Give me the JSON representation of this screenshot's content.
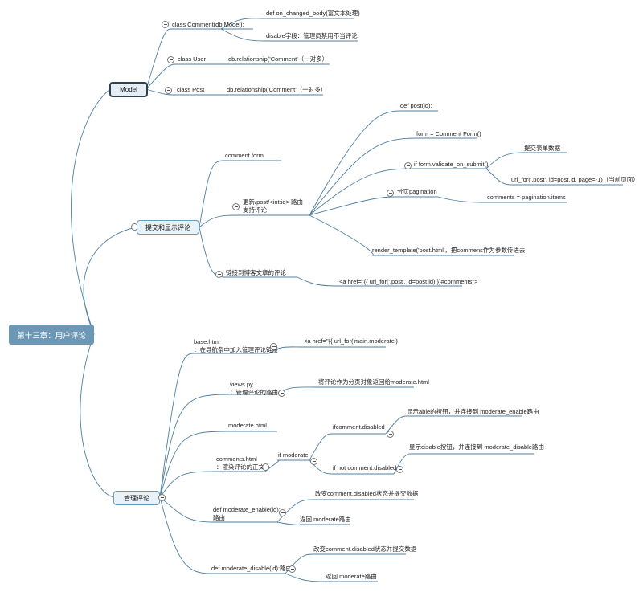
{
  "root": "第十三章：用户评论",
  "model": {
    "label": "Model",
    "comment_class": "class Comment(db.Model):",
    "comment_on_changed": "def on_changed_body(富文本处理)",
    "comment_disable": "disable字段：管理员禁用不当评论",
    "user_class": "class User",
    "user_rel": "db.relationship('Comment'（一对多）",
    "post_class": "class Post",
    "post_rel": "db.relationship('Comment'（一对多）"
  },
  "submit": {
    "label": "提交和显示评论",
    "comment_form": "comment form",
    "route_line1": "更新/post/<int:id> 路由",
    "route_line2": "支持评论",
    "def_post": "def post(id):",
    "form_create": "form = Comment Form()",
    "validate": "if form.validate_on_submit():",
    "submit_data": "提交表单数据",
    "url_for_redirect": "url_for('.post', id=post.id, page=-1)（当前页面）",
    "pagination": "分页pagination",
    "pagination_items": "comments = pagination.items",
    "render": "render_template('post.html'，把commens作为参数传进去",
    "link_to": "链接到博客文章的评论",
    "link_href": "<a href=\"{{ url_for('.post', id=post.id) }}#comments\">"
  },
  "manage": {
    "label": "管理评论",
    "base_line1": "base.html",
    "base_line2": "：在导航条中加入管理评论链接",
    "base_href": "<a href=\"{{ url_for('main.moderate')",
    "views_line1": "views.py",
    "views_line2": "：管理评论的路由",
    "views_detail": "将评论作为分页对象返回给moderate.html",
    "moderate_html": "moderate.html",
    "comments_line1": "comments.html",
    "comments_line2": "：渲染评论的正文",
    "if_moderate": "if moderate",
    "if_disabled": "ifcomment.disabled",
    "show_enable": "显示able的按钮，并连接到 moderate_enable路由",
    "if_not_disabled": "if not comment.disabled",
    "show_disable": "显示disable按钮，并连接到 moderate_disable路由",
    "enable_line1": "def moderate_enable(id):",
    "enable_line2": "路由",
    "enable_change": "改变comment.disabled状态并提交数据",
    "enable_return": "返回 moderate路由",
    "disable_def": "def moderate_disable(id):路由",
    "disable_change": "改变comment.disabled状态并提交数据",
    "disable_return": "返回 moderate路由"
  }
}
